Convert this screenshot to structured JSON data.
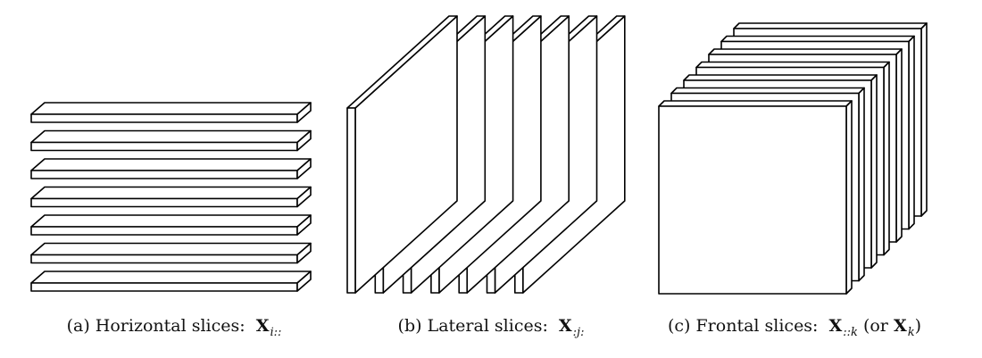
{
  "captions": [
    {
      "prefix": "(a)",
      "text": "Horizontal slices:",
      "symbol": "X",
      "subscript": "i::",
      "paren_open": "",
      "alt_symbol": "",
      "alt_subscript": "",
      "paren_close": ""
    },
    {
      "prefix": "(b)",
      "text": "Lateral slices:",
      "symbol": "X",
      "subscript": ":j:",
      "paren_open": "",
      "alt_symbol": "",
      "alt_subscript": "",
      "paren_close": ""
    },
    {
      "prefix": "(c)",
      "text": "Frontal slices:",
      "symbol": "X",
      "subscript": "::k",
      "paren_open": "(or",
      "alt_symbol": "X",
      "alt_subscript": "k",
      "paren_close": ")"
    }
  ],
  "diagram": {
    "horizontal_slice_count": 7,
    "lateral_slice_count": 7,
    "frontal_slice_count": 7,
    "stroke_color": "#000000",
    "fill_color": "#ffffff"
  }
}
